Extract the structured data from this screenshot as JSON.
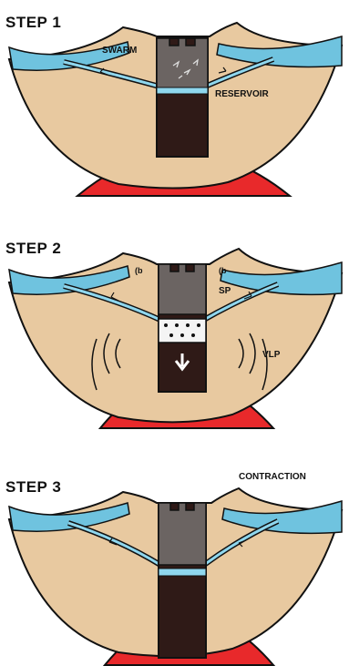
{
  "colors": {
    "ground": "#e8c9a0",
    "water": "#6fc3df",
    "magma": "#e8292b",
    "conduit": "#2f1a17",
    "plug": "#6b6462",
    "reservoir_band": "#8fd7ee",
    "outline": "#111111"
  },
  "steps": [
    {
      "title": "STEP 1",
      "labels": {
        "swarm": "SWARM",
        "reservoir": "RESERVOIR"
      }
    },
    {
      "title": "STEP 2",
      "labels": {
        "sp": "SP",
        "vlp": "VLP"
      }
    },
    {
      "title": "STEP 3",
      "labels": {
        "contraction": "CONTRACTION"
      }
    }
  ]
}
